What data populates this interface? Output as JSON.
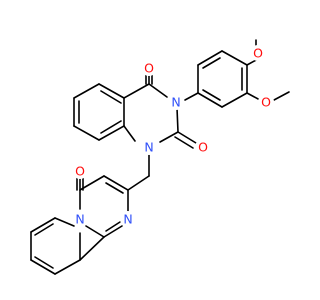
{
  "molecule": {
    "colors": {
      "bond": "#000000",
      "oxygen": "#ff0d0d",
      "nitrogen": "#3050f8",
      "background": "#ffffff"
    },
    "atom_labels": {
      "o_c4": "O",
      "o_c2": "O",
      "o_pyr": "O",
      "o_ome_top": "O",
      "o_ome_bot": "O",
      "n3": "N",
      "n1": "N",
      "n_bridge": "N",
      "n_ring": "N"
    }
  }
}
